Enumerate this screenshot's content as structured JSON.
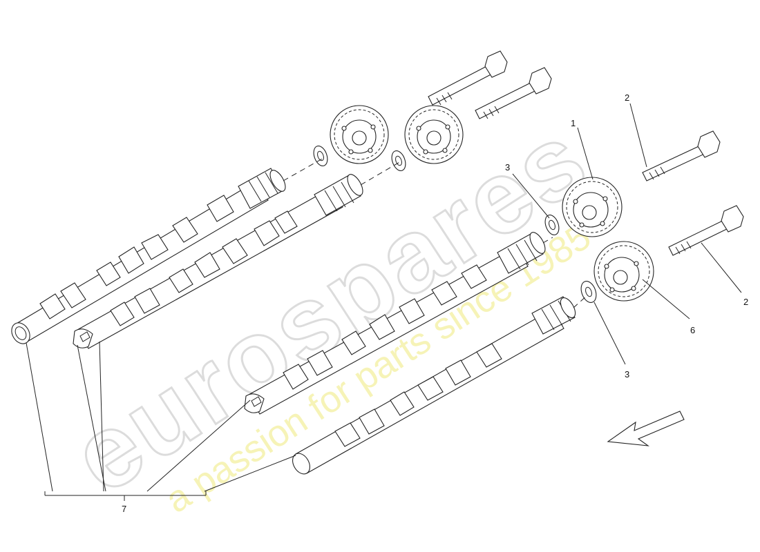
{
  "watermark": {
    "brand": "eurospares",
    "tagline": "a passion for parts since 1985"
  },
  "callouts": {
    "c1": "1",
    "c2a": "2",
    "c2b": "2",
    "c3a": "3",
    "c3b": "3",
    "c6": "6",
    "c7": "7"
  },
  "colors": {
    "line": "#222222",
    "watermark_outline": "#dcdcdc",
    "watermark_tagline": "#f3f0a0"
  },
  "icons": {
    "direction": "direction-arrow-icon"
  }
}
